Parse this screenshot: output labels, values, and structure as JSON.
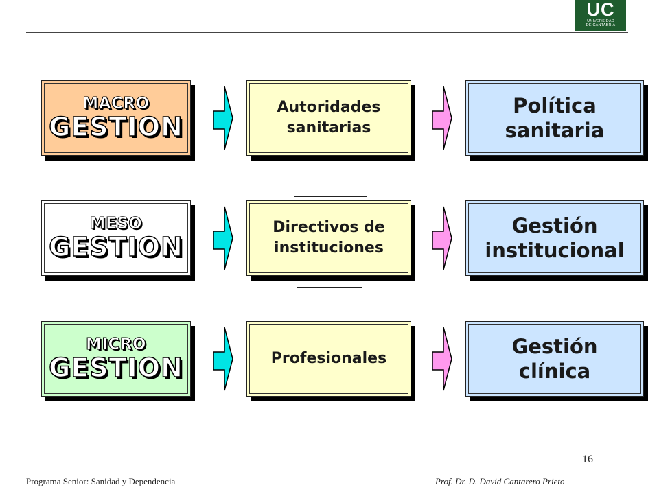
{
  "logo": {
    "mark": "UC",
    "name_line1": "UNIVERSIDAD",
    "name_line2": "DE CANTABRIA",
    "color": "#1f5c2e"
  },
  "levels": [
    {
      "prefix": "MACRO",
      "word": "GESTION",
      "fill": "#ffcc99"
    },
    {
      "prefix": "MESO",
      "word": "GESTION",
      "fill": "#ffffff"
    },
    {
      "prefix": "MICRO",
      "word": "GESTION",
      "fill": "#ccffcc"
    }
  ],
  "actors": [
    {
      "line1": "Autoridades",
      "line2": "sanitarias"
    },
    {
      "line1": "Directivos de",
      "line2": "instituciones"
    },
    {
      "line1": "Profesionales",
      "line2": ""
    }
  ],
  "results": [
    {
      "line1": "Política",
      "line2": "sanitaria"
    },
    {
      "line1": "Gestión",
      "line2": "institucional"
    },
    {
      "line1": "Gestión",
      "line2": "clínica"
    }
  ],
  "colors": {
    "actor_fill": "#ffffcc",
    "result_fill": "#cce5ff",
    "arrow_first": "#00e5e5",
    "arrow_second": "#ff99ee"
  },
  "footer": {
    "page_number": "16",
    "left": "Programa Senior: Sanidad y Dependencia",
    "right": "Prof. Dr. D. David Cantarero Prieto"
  }
}
